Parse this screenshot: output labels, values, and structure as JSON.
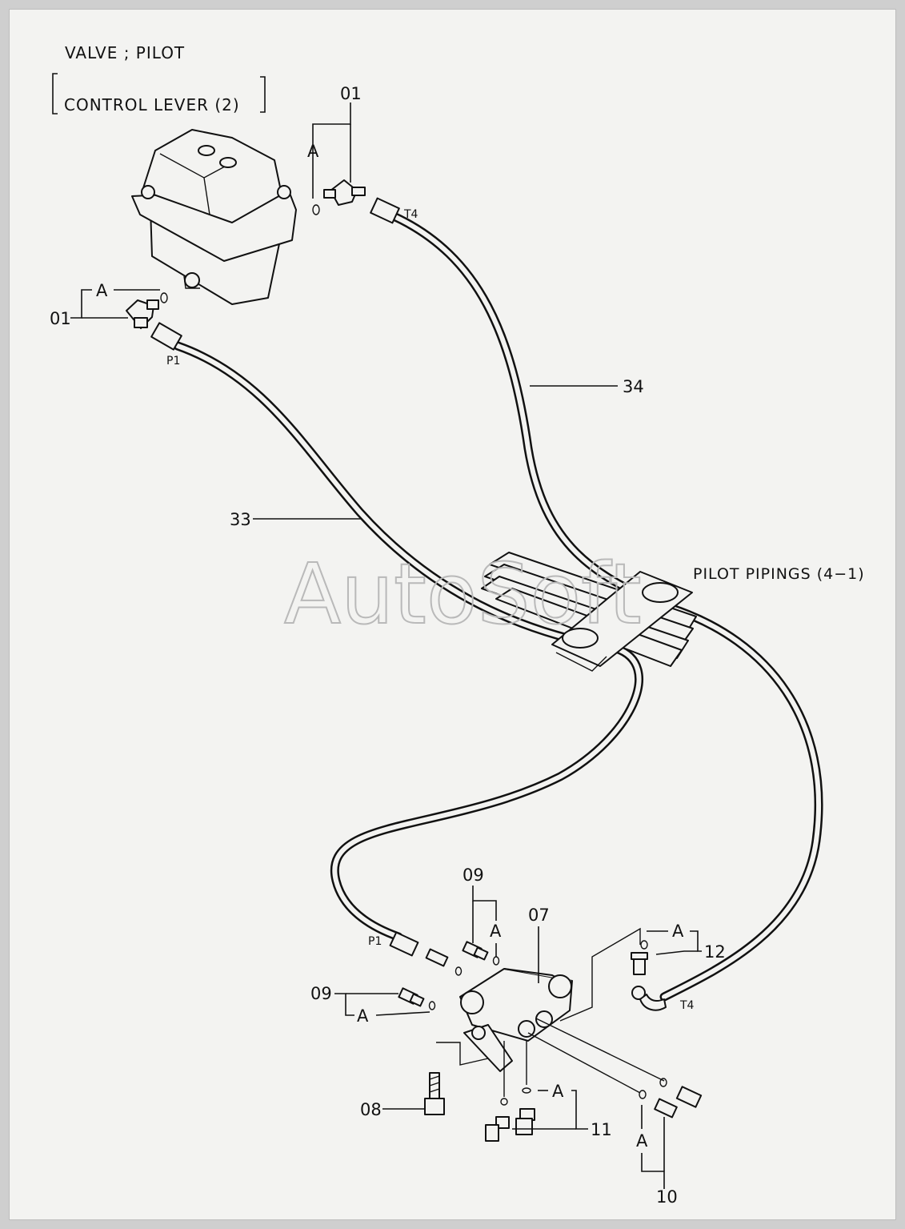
{
  "title": {
    "line1": "VALVE ; PILOT",
    "line2": "CONTROL LEVER (2)"
  },
  "callouts": {
    "top_01": "01",
    "left_01": "01",
    "hose_34": "34",
    "hose_33": "33",
    "pilot_pipings": "PILOT PIPINGS (4−1)",
    "p09_top": "09",
    "p07": "07",
    "p12": "12",
    "p09_left": "09",
    "p08": "08",
    "p11": "11",
    "p10": "10"
  },
  "port_labels": {
    "t4_top": "T4",
    "p1_top": "P1",
    "p1_bottom": "P1",
    "t4_bottom": "T4"
  },
  "item_letters": {
    "a_top": "A",
    "a_left": "A",
    "a_09top": "A",
    "a_12": "A",
    "a_09left": "A",
    "a_11": "A",
    "a_10": "A"
  },
  "watermark": "AutoSoft"
}
